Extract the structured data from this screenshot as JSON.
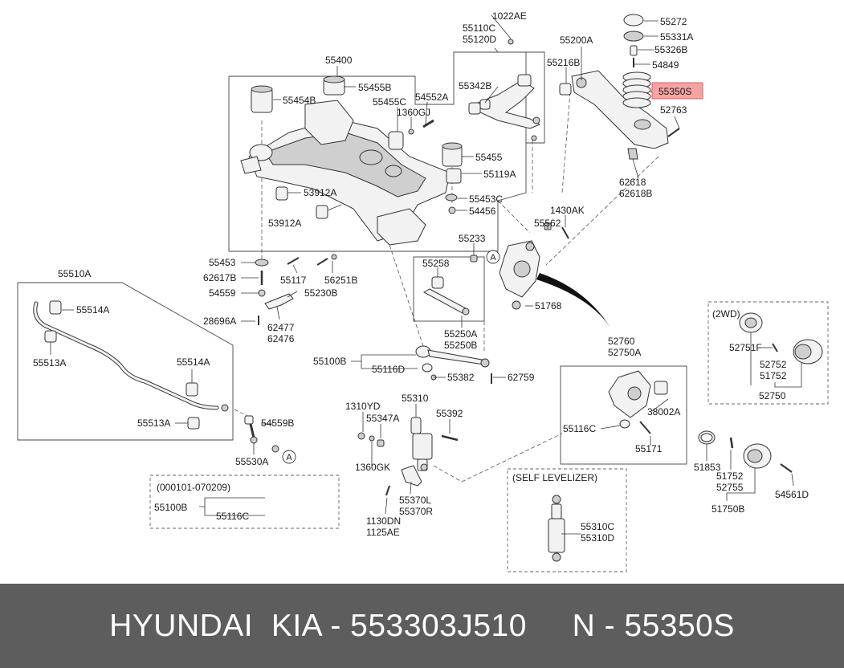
{
  "part_labels": {
    "p1022AE": "1022AE",
    "p55272": "55272",
    "p55331A": "55331A",
    "p55326B": "55326B",
    "p54849": "54849",
    "p55350S": "55350S",
    "p52763": "52763",
    "p62618": "62618",
    "p62618B": "62618B",
    "p55110C": "55110C",
    "p55120D": "55120D",
    "p55200A": "55200A",
    "p55216B": "55216B",
    "p55342B": "55342B",
    "p55400": "55400",
    "p55455B": "55455B",
    "p55454B": "55454B",
    "p55455C": "55455C",
    "p54552A": "54552A",
    "p1360GJ": "1360GJ",
    "p55455": "55455",
    "p55119A": "55119A",
    "p53912A_1": "53912A",
    "p53912A_2": "53912A",
    "p55453C": "55453C",
    "p54456": "54456",
    "p1430AK": "1430AK",
    "p55562": "55562",
    "p55233": "55233",
    "p55453": "55453",
    "p62617B": "62617B",
    "p55117": "55117",
    "p56251B": "56251B",
    "p54559": "54559",
    "p55230B": "55230B",
    "p28696A": "28696A",
    "p62477": "62477",
    "p62476": "62476",
    "p55258": "55258",
    "p55250A": "55250A",
    "p55250B": "55250B",
    "p51768": "51768",
    "p55510A": "55510A",
    "p55514A_1": "55514A",
    "p55513A_1": "55513A",
    "p55514A_2": "55514A",
    "p55513A_2": "55513A",
    "p54559B": "54559B",
    "p55530A": "55530A",
    "p55100B": "55100B",
    "p55116D": "55116D",
    "p55382": "55382",
    "p62759": "62759",
    "p52760": "52760",
    "p52750A": "52750A",
    "p38002A": "38002A",
    "p55116C": "55116C",
    "p55171": "55171",
    "p1310YD": "1310YD",
    "p55310": "55310",
    "p55347A": "55347A",
    "p55392": "55392",
    "p1360GK": "1360GK",
    "p55370L": "55370L",
    "p55370R": "55370R",
    "p1130DN": "1130DN",
    "p1125AE": "1125AE",
    "p55100B_2": "55100B",
    "p55116C_2": "55116C",
    "p52751F": "52751F",
    "p52752": "52752",
    "p51752": "51752",
    "p52750": "52750",
    "p51853": "51853",
    "p51752_2": "51752",
    "p52755": "52755",
    "p54561D": "54561D",
    "p51750B": "51750B",
    "p55310C": "55310C",
    "p55310D": "55310D"
  },
  "callouts": {
    "a1": "A",
    "a2": "A"
  },
  "boxes": {
    "date_range": "(000101-070209)",
    "twowd": "(2WD)",
    "self_leveler": "(SELF LEVELIZER)"
  },
  "highlight": {
    "part": "55350S",
    "color": "#f5a3a3",
    "border": "#e06060"
  },
  "footer": {
    "text": "HYUNDAI  KIA - 553303J510     N - 55350S",
    "bg": "#5d5d5d",
    "fg": "#ffffff"
  }
}
